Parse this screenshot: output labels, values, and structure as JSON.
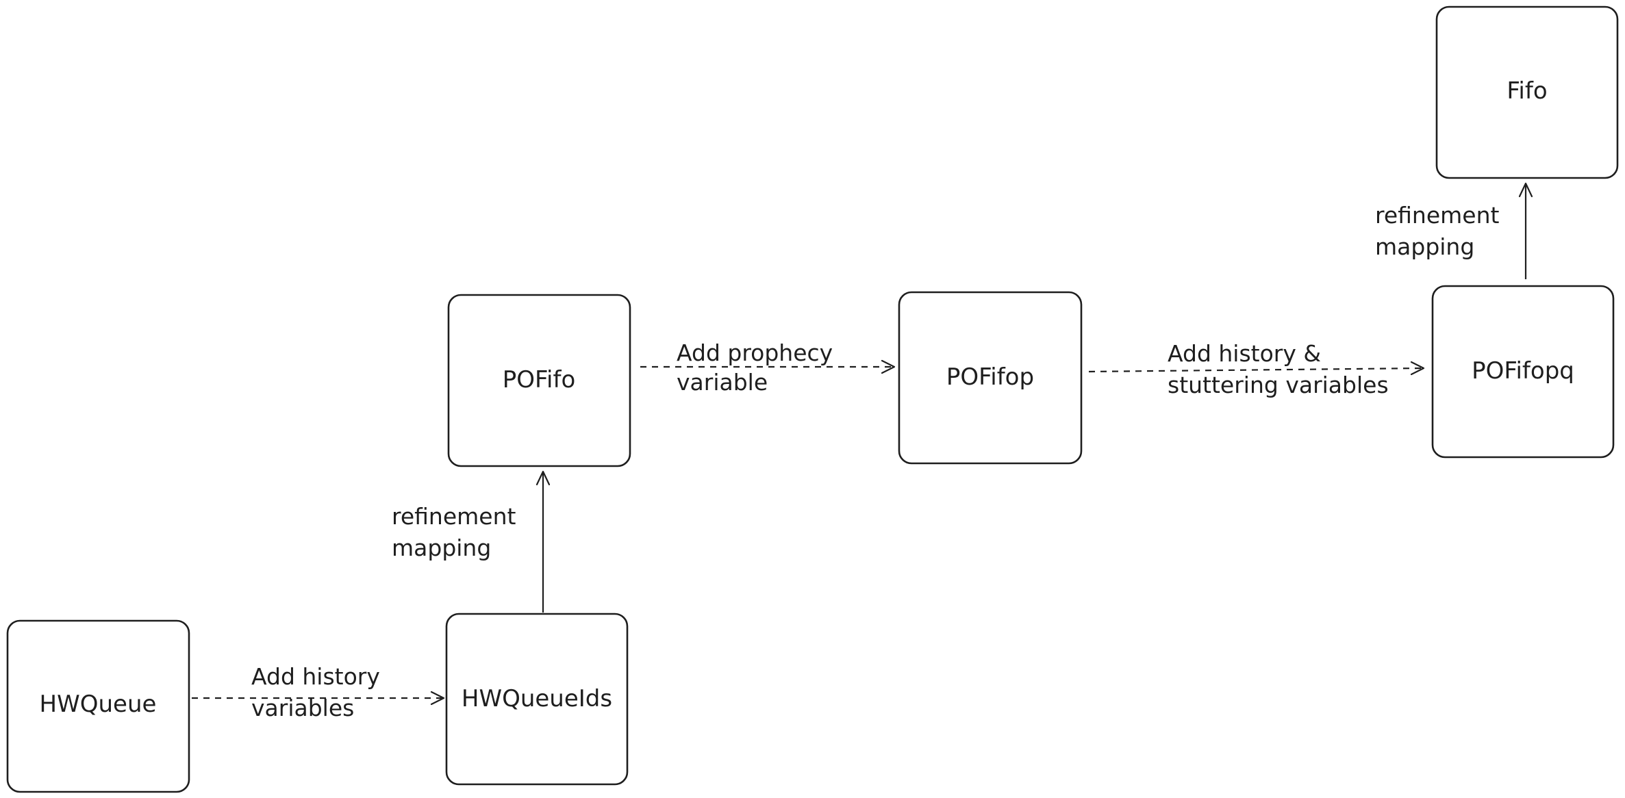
{
  "diagram": {
    "nodes": {
      "hwqueue": "HWQueue",
      "hwqueueids": "HWQueueIds",
      "pofifo": "POFifo",
      "pofifop": "POFifop",
      "pofifopq": "POFifopq",
      "fifo": "Fifo"
    },
    "edges": {
      "hwqueue_to_hwqueueids": {
        "style": "dashed",
        "label": [
          "Add history",
          "variables"
        ]
      },
      "hwqueueids_to_pofifo": {
        "style": "solid",
        "label": [
          "refinement",
          "mapping"
        ]
      },
      "pofifo_to_pofifop": {
        "style": "dashed",
        "label": [
          "Add prophecy",
          "variable"
        ]
      },
      "pofifop_to_pofifopq": {
        "style": "dashed",
        "label": [
          "Add history &",
          "stuttering variables"
        ]
      },
      "pofifopq_to_fifo": {
        "style": "solid",
        "label": [
          "refinement",
          "mapping"
        ]
      }
    },
    "colors": {
      "stroke": "#1e1e1e",
      "background": "#ffffff"
    }
  }
}
